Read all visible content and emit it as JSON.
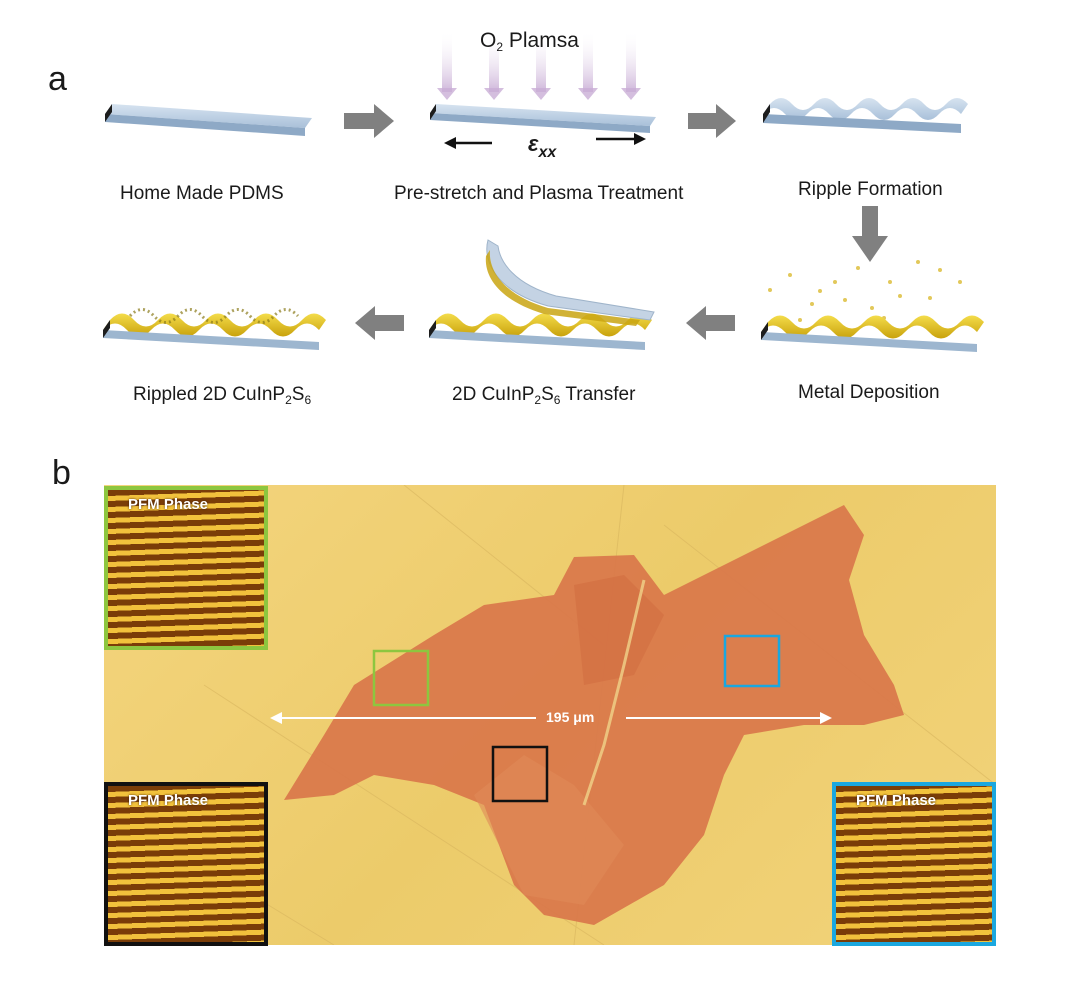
{
  "panel_a": {
    "letter": "a",
    "plasma_label_main": "O",
    "plasma_label_sub": "2",
    "plasma_label_rest": " Plamsa",
    "strain_main": "ε",
    "strain_sub": "xx",
    "steps": [
      {
        "id": "pdms",
        "label": "Home Made PDMS"
      },
      {
        "id": "prestretch",
        "label": "Pre-stretch and Plasma Treatment"
      },
      {
        "id": "ripple",
        "label": "Ripple Formation"
      },
      {
        "id": "metal",
        "label": "Metal Deposition"
      }
    ],
    "transfer": {
      "pre": "2D CuInP",
      "sub1": "2",
      "mid": "S",
      "sub2": "6",
      "post": " Transfer"
    },
    "rippled": {
      "pre": "Rippled 2D CuInP",
      "sub1": "2",
      "mid": "S",
      "sub2": "6",
      "post": ""
    }
  },
  "panel_b": {
    "letter": "b",
    "scale_bar": "195 μm",
    "insets": [
      {
        "id": "green",
        "label": "PFM Phase",
        "color": "#8dc63f"
      },
      {
        "id": "black",
        "label": "PFM Phase",
        "color": "#111111"
      },
      {
        "id": "blue",
        "label": "PFM Phase",
        "color": "#1aa7df"
      }
    ]
  },
  "colors": {
    "pdms": "#b8cde3",
    "gold": "#e6c21e",
    "arrow_gray": "#808080",
    "substrate": "#f0cf6e",
    "flake": "#d9774a"
  }
}
